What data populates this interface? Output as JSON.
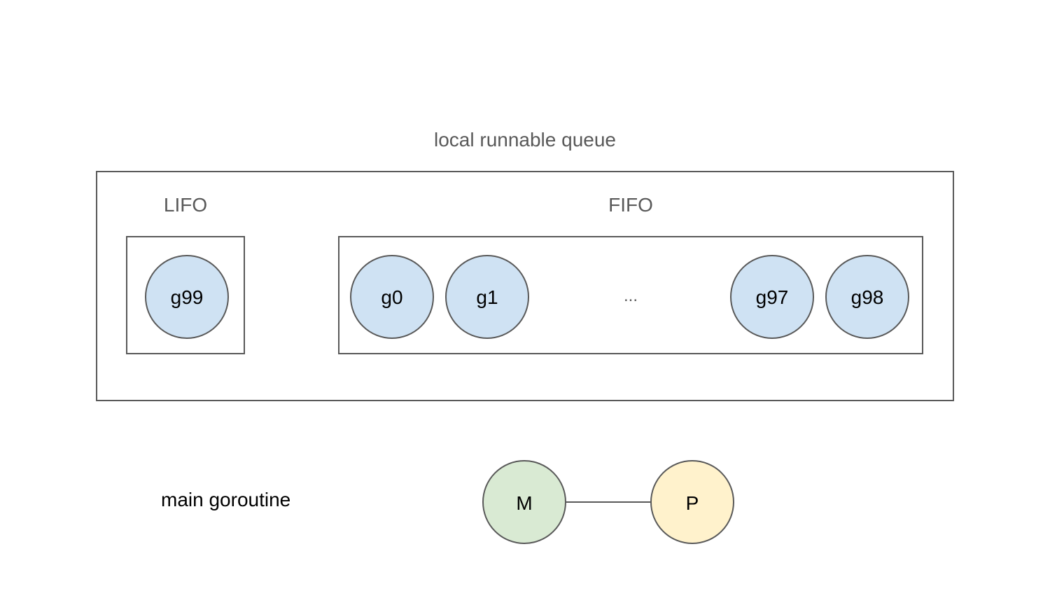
{
  "title": "local runnable queue",
  "lifo": {
    "label": "LIFO",
    "items": [
      "g99"
    ]
  },
  "fifo": {
    "label": "FIFO",
    "items": [
      "g0",
      "g1",
      "g97",
      "g98"
    ],
    "ellipsis": "..."
  },
  "main": {
    "label": "main goroutine",
    "m_node": "M",
    "p_node": "P"
  },
  "colors": {
    "goroutine_fill": "#cfe2f3",
    "m_fill": "#d9ead3",
    "p_fill": "#fff2cc",
    "stroke": "#595959",
    "label_gray": "#595959"
  }
}
